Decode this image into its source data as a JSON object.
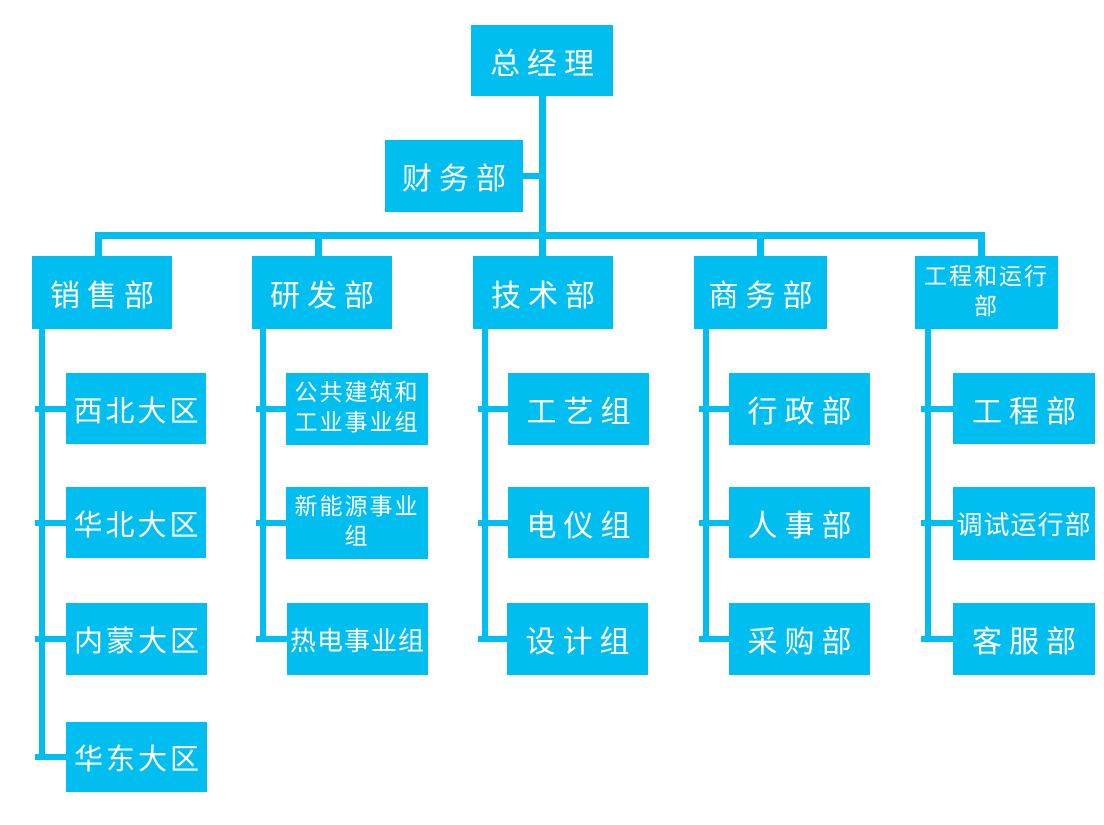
{
  "colors": {
    "accent": "#00BFF0",
    "node_text": "#FFFFFF",
    "background": "#FFFFFF"
  },
  "org": {
    "root": {
      "label": "总经理"
    },
    "assistant": {
      "label": "财务部"
    },
    "departments": [
      {
        "label": "销售部",
        "children": [
          {
            "label": "西北大区"
          },
          {
            "label": "华北大区"
          },
          {
            "label": "内蒙大区"
          },
          {
            "label": "华东大区"
          }
        ]
      },
      {
        "label": "研发部",
        "children": [
          {
            "label": "公共建筑和工业事业组"
          },
          {
            "label": "新能源事业组"
          },
          {
            "label": "热电事业组"
          }
        ]
      },
      {
        "label": "技术部",
        "children": [
          {
            "label": "工艺组"
          },
          {
            "label": "电仪组"
          },
          {
            "label": "设计组"
          }
        ]
      },
      {
        "label": "商务部",
        "children": [
          {
            "label": "行政部"
          },
          {
            "label": "人事部"
          },
          {
            "label": "采购部"
          }
        ]
      },
      {
        "label": "工程和运行部",
        "children": [
          {
            "label": "工程部"
          },
          {
            "label": "调试运行部"
          },
          {
            "label": "客服部"
          }
        ]
      }
    ]
  }
}
